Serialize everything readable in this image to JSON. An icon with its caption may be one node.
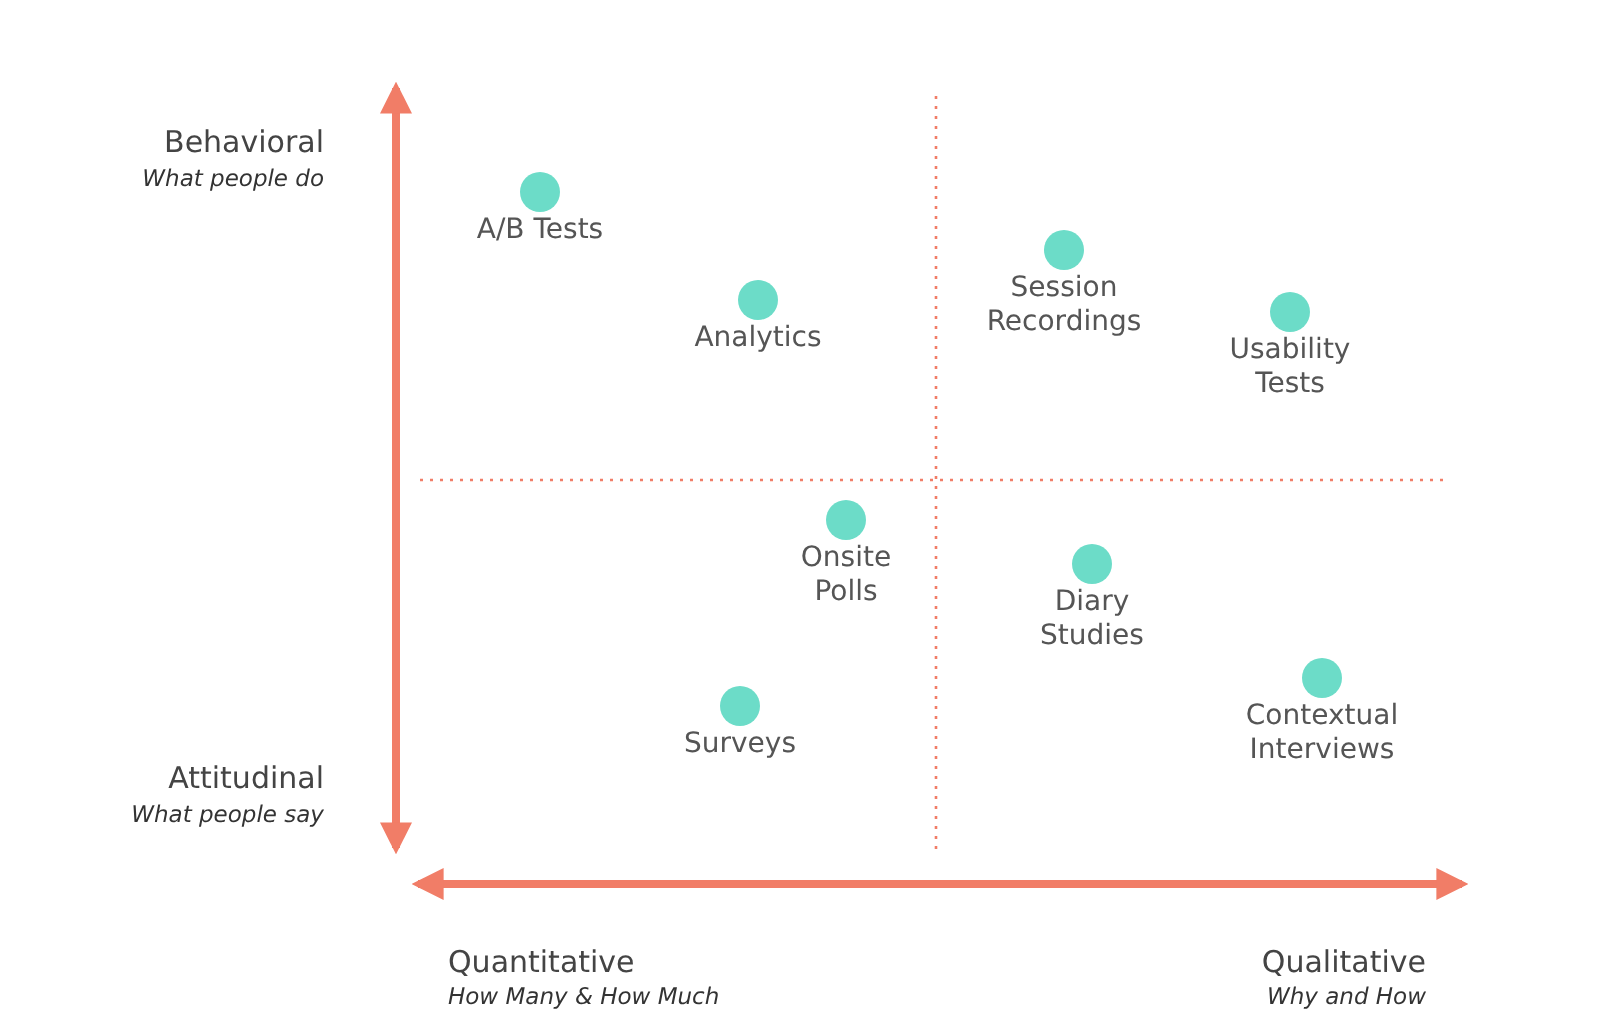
{
  "diagram": {
    "nodes": [
      {
        "text": [
          "A/B Tests"
        ]
      },
      {
        "text": [
          "Analytics"
        ]
      },
      {
        "text": [
          "Session Recordings"
        ]
      },
      {
        "text": [
          "Usability Tests"
        ]
      },
      {
        "text": [
          "Onsite Polls"
        ]
      },
      {
        "text": [
          "Diary Studies"
        ]
      },
      {
        "text": [
          "Surveys"
        ]
      },
      {
        "text": [
          "Contextual Interviews"
        ]
      }
    ],
    "labels": [
      "Behavioral",
      "What people do",
      "Attitudinal",
      "What people say",
      "Quantitative",
      "How Many & How Much",
      "Qualitative",
      "Why and How"
    ]
  }
}
